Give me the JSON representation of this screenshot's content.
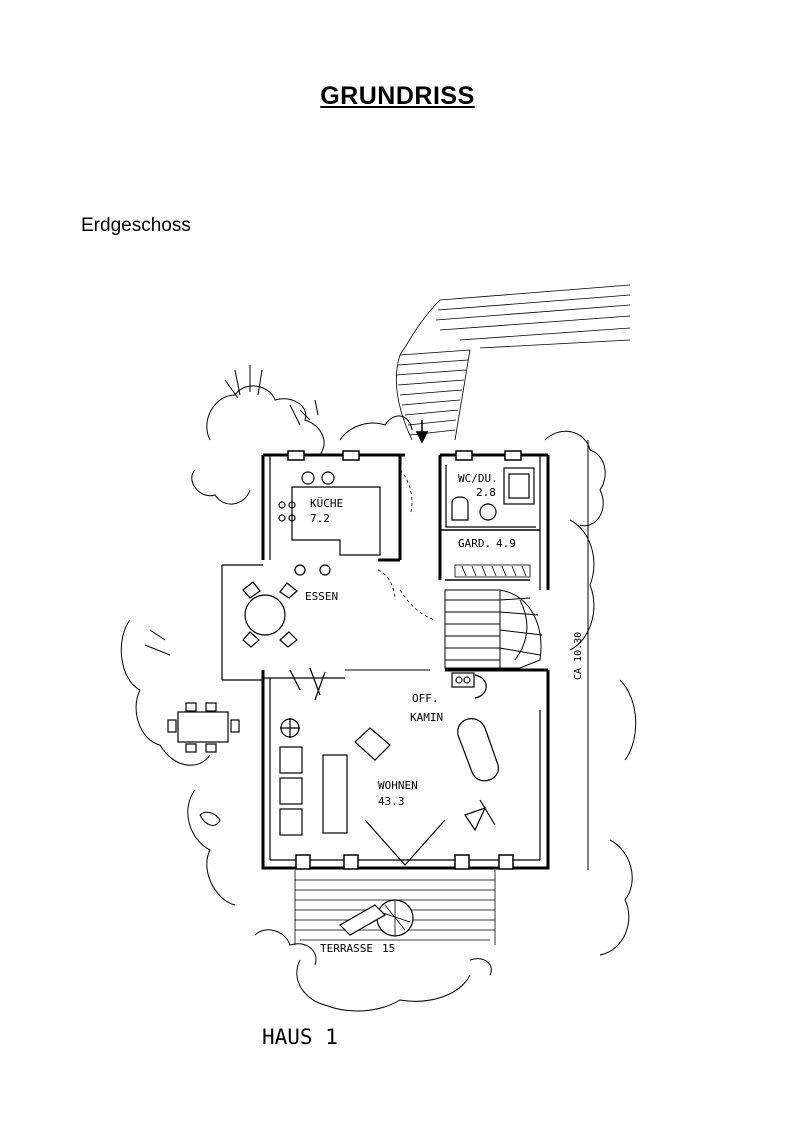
{
  "header": {
    "title": "GRUNDRISS",
    "floor": "Erdgeschoss"
  },
  "rooms": {
    "kueche": {
      "name": "KÜCHE",
      "area": "7.2"
    },
    "wc": {
      "name": "WC/DU.",
      "area": "2.8"
    },
    "garderobe": {
      "name": "GARD.",
      "area": "4.9"
    },
    "essen": {
      "name": "ESSEN"
    },
    "kamin": {
      "line1": "OFF.",
      "line2": "KAMIN"
    },
    "wohnen": {
      "name": "WOHNEN",
      "area": "43.3"
    },
    "terrasse": {
      "name": "TERRASSE",
      "area": "15"
    }
  },
  "dimension": "CA 10.30",
  "house_label": "HAUS 1"
}
